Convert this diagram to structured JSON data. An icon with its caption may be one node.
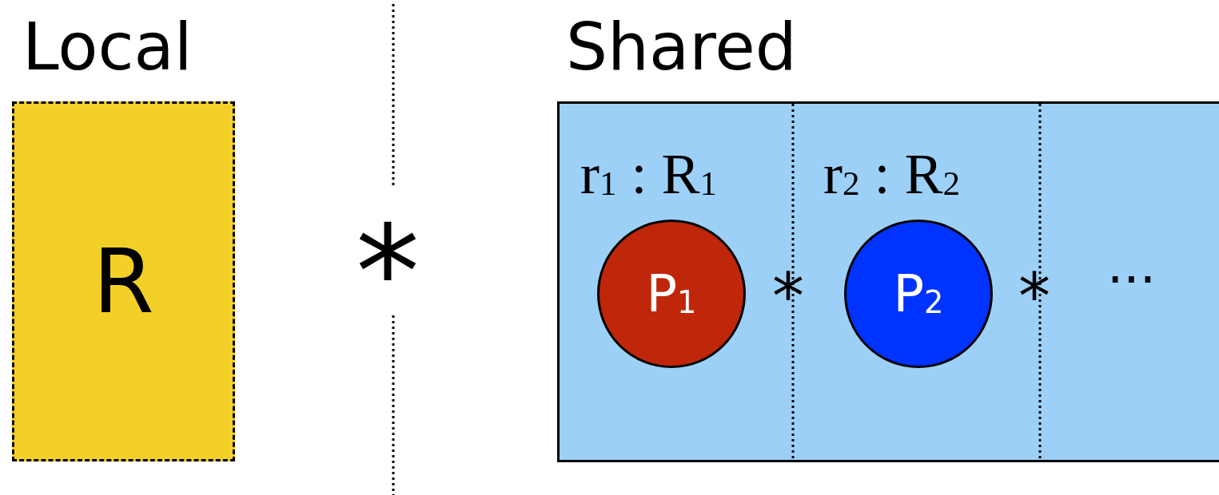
{
  "diagram": {
    "nodes": [
      {
        "text": [
          "Local",
          "R"
        ]
      },
      {
        "text": [
          "Shared"
        ]
      },
      {
        "text": [
          "P$_{1}$"
        ],
        "in": 1
      },
      {
        "text": [
          "P$_{2}$"
        ],
        "in": 1
      }
    ],
    "labels": [
      "*",
      "r$_{1}$ : R$_{1}$",
      "r$_{2}$ : R$_{2}$",
      "*",
      "*",
      "···"
    ]
  }
}
